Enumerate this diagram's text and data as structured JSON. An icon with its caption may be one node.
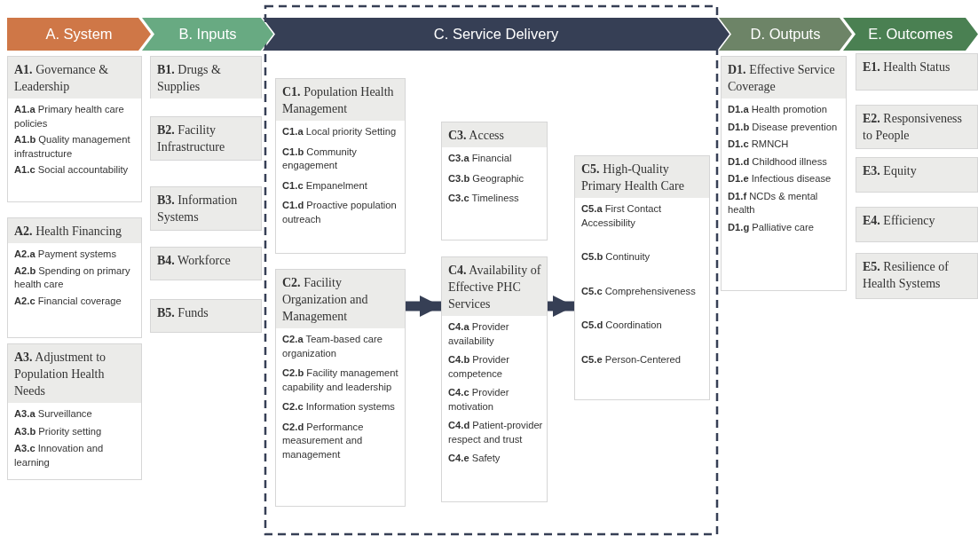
{
  "diagram": {
    "nodes": [
      {
        "text": [
          "A. System"
        ]
      },
      {
        "text": [
          "B. Inputs"
        ]
      },
      {
        "text": [
          "C. Service Delivery"
        ]
      },
      {
        "text": [
          "D. Outputs"
        ]
      },
      {
        "text": [
          "E. Outcomes"
        ]
      },
      {
        "text": [
          "**A1.** Governance & Leadership",
          "**A1.a** Primary health care policies",
          "**A1.b** Quality management infrastructure",
          "**A1.c** Social accountability"
        ]
      },
      {
        "text": [
          "**A2.** Health Financing",
          "**A2.a** Payment systems",
          "**A2.b** Spending on primary health care",
          "**A2.c** Financial coverage"
        ]
      },
      {
        "text": [
          "**A3.** Adjustment to Population Health Needs",
          "**A3.a** Surveillance",
          "**A3.b** Priority setting",
          "**A3.c** Innovation and learning"
        ]
      },
      {
        "text": [
          "**B1.** Drugs & Supplies"
        ]
      },
      {
        "text": [
          "**B2.** Facility Infrastructure"
        ]
      },
      {
        "text": [
          "**B3.** Information Systems"
        ]
      },
      {
        "text": [
          "**B4.** Workforce"
        ]
      },
      {
        "text": [
          "**B5.** Funds"
        ]
      },
      {
        "text": [
          "**C1.** Population Health Management",
          "**C1.a** Local priority Setting",
          "**C1.b** Community engagement",
          "**C1.c** Empanelment",
          "**C1.d** Proactive population outreach"
        ]
      },
      {
        "text": [
          "**C2.** Facility Organization and Management",
          "**C2.a** Team-based care organization",
          "**C2.b** Facility management capability and leadership",
          "**C2.c** Information systems",
          "**C2.d** Performance measurement and management"
        ]
      },
      {
        "text": [
          "**C3.** Access",
          "**C3.a** Financial",
          "**C3.b** Geographic",
          "**C3.c** Timeliness"
        ]
      },
      {
        "text": [
          "**C4.** Availability of Effective PHC Services",
          "**C4.a** Provider availability",
          "**C4.b** Provider competence",
          "**C4.c** Provider motivation",
          "**C4.d** Patient-provider respect and trust",
          "**C4.e** Safety"
        ]
      },
      {
        "text": [
          "**C5.** High-Quality Primary Health Care",
          "**C5.a** First Contact Accessibility",
          "**C5.b** Continuity",
          "**C5.c** Comprehensiveness",
          "**C5.d** Coordination",
          "**C5.e** Person-Centered"
        ]
      },
      {
        "text": [
          "**D1.** Effective Service Coverage",
          "**D1.a** Health promotion",
          "**D1.b** Disease prevention",
          "**D1.c** RMNCH",
          "**D1.d** Childhood illness",
          "**D1.e** Infectious disease",
          "**D1.f** NCDs & mental health",
          "**D1.g** Palliative care"
        ]
      },
      {
        "text": [
          "**E1.** Health Status"
        ]
      },
      {
        "text": [
          "**E2.** Responsiveness to People"
        ]
      },
      {
        "text": [
          "**E3.** Equity"
        ]
      },
      {
        "text": [
          "**E4.** Efficiency"
        ]
      },
      {
        "text": [
          "**E5.** Resilience of Health Systems"
        ]
      }
    ],
    "edges": [
      {
        "from": 14,
        "to": 16,
        "arrow": "to"
      },
      {
        "from": 16,
        "to": 17,
        "arrow": "to"
      }
    ]
  }
}
